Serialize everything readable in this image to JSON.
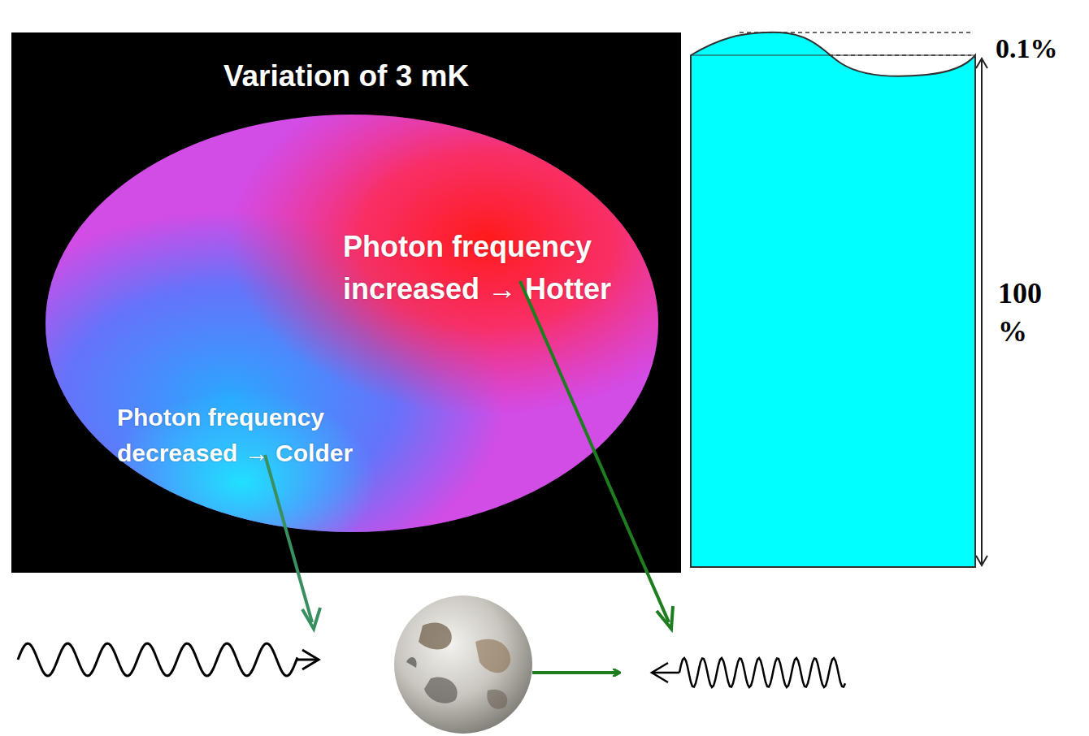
{
  "diagram": {
    "nodes": [
      {
        "text": [
          "Variation of 3 mK"
        ]
      },
      {
        "text": [
          "Photon frequency increased → Hotter",
          "Photon frequency decreased → Colder"
        ],
        "in": 0
      }
    ],
    "labels": [
      "0.1%",
      "100 %"
    ]
  }
}
